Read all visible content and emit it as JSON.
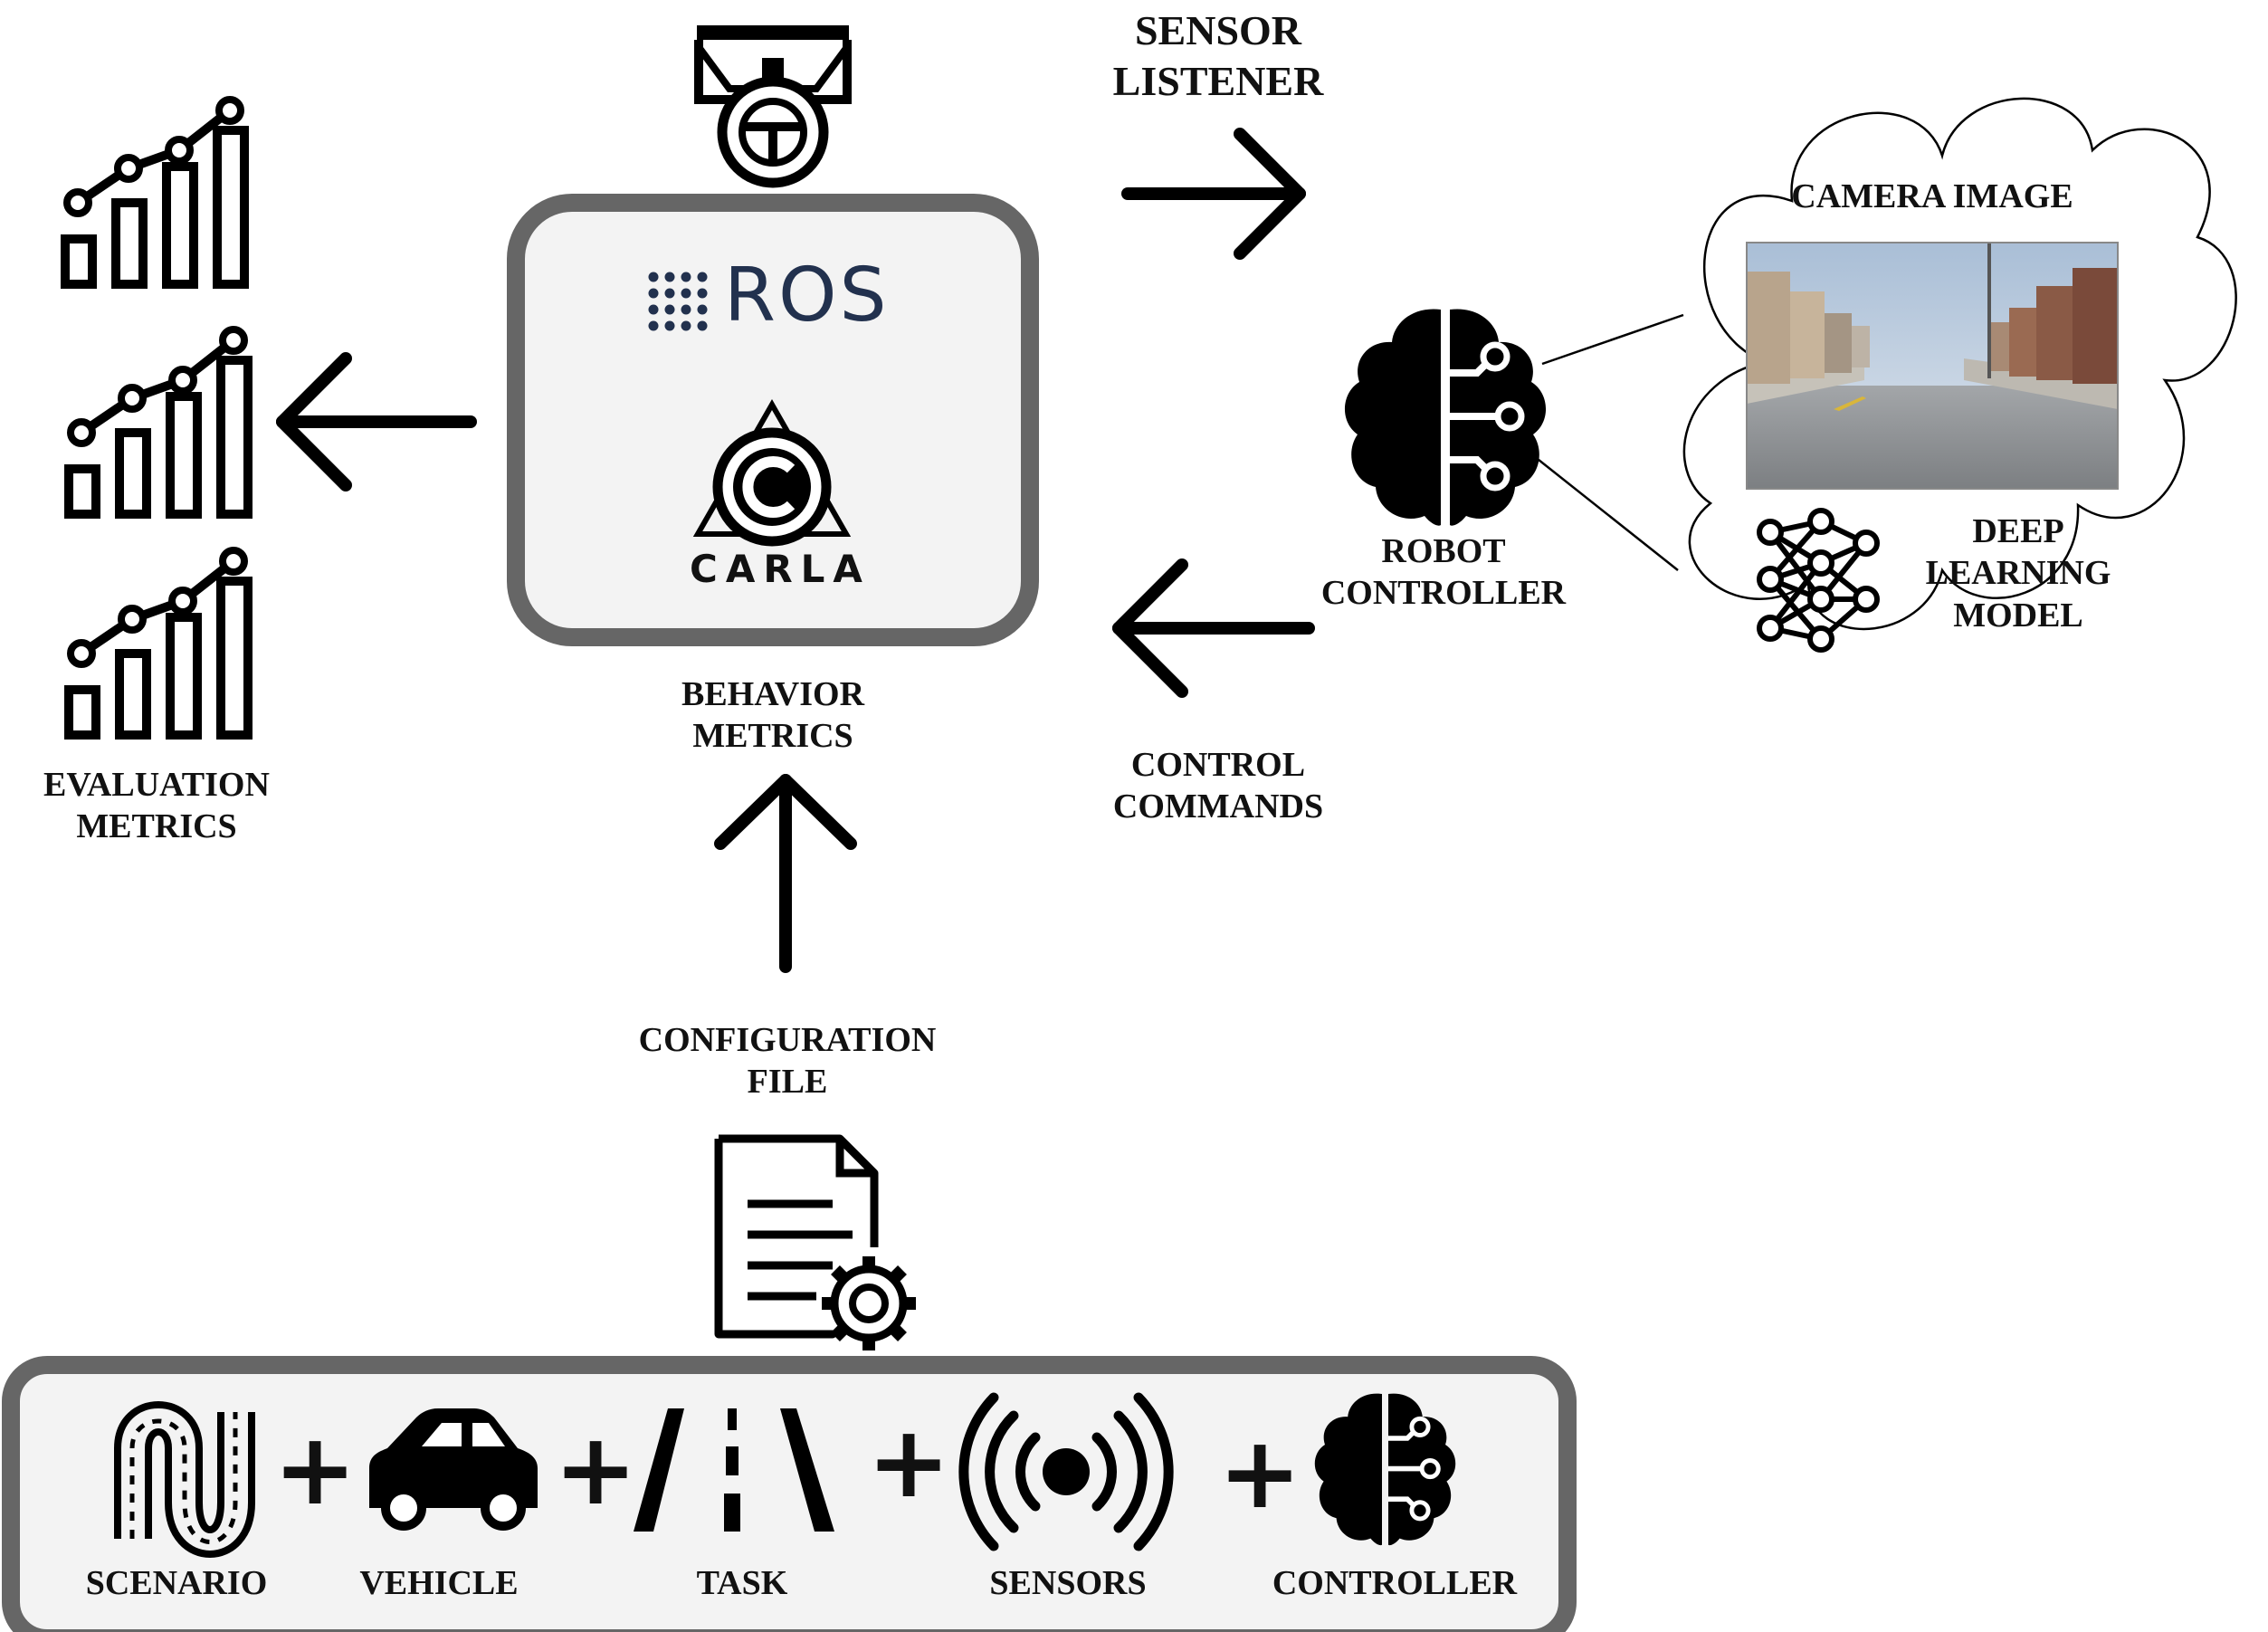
{
  "diagram": {
    "center_box": {
      "ros_label": "ROS",
      "carla_label": "CARLA"
    },
    "labels": {
      "sensor_listener": [
        "SENSOR",
        "LISTENER"
      ],
      "camera_image": "CAMERA IMAGE",
      "deep_learning_model": [
        "DEEP",
        "LEARNING",
        "MODEL"
      ],
      "robot_controller": [
        "ROBOT",
        "CONTROLLER"
      ],
      "control_commands": [
        "CONTROL",
        "COMMANDS"
      ],
      "behavior_metrics": [
        "BEHAVIOR",
        "METRICS"
      ],
      "evaluation_metrics": [
        "EVALUATION",
        "METRICS"
      ],
      "configuration_file": [
        "CONFIGURATION",
        "FILE"
      ]
    },
    "config_items": [
      {
        "label": "SCENARIO",
        "icon": "road-scenario-icon"
      },
      {
        "label": "VEHICLE",
        "icon": "car-icon"
      },
      {
        "label": "TASK",
        "icon": "lane-road-icon"
      },
      {
        "label": "SENSORS",
        "icon": "sensor-signal-icon"
      },
      {
        "label": "CONTROLLER",
        "icon": "brain-circuit-icon"
      }
    ],
    "plus_sign": "+",
    "icons": [
      "steering-wheel-icon",
      "bar-chart-trend-icon",
      "brain-circuit-icon",
      "neural-network-icon",
      "document-gear-icon",
      "camera-image",
      "cloud-bubble"
    ]
  }
}
